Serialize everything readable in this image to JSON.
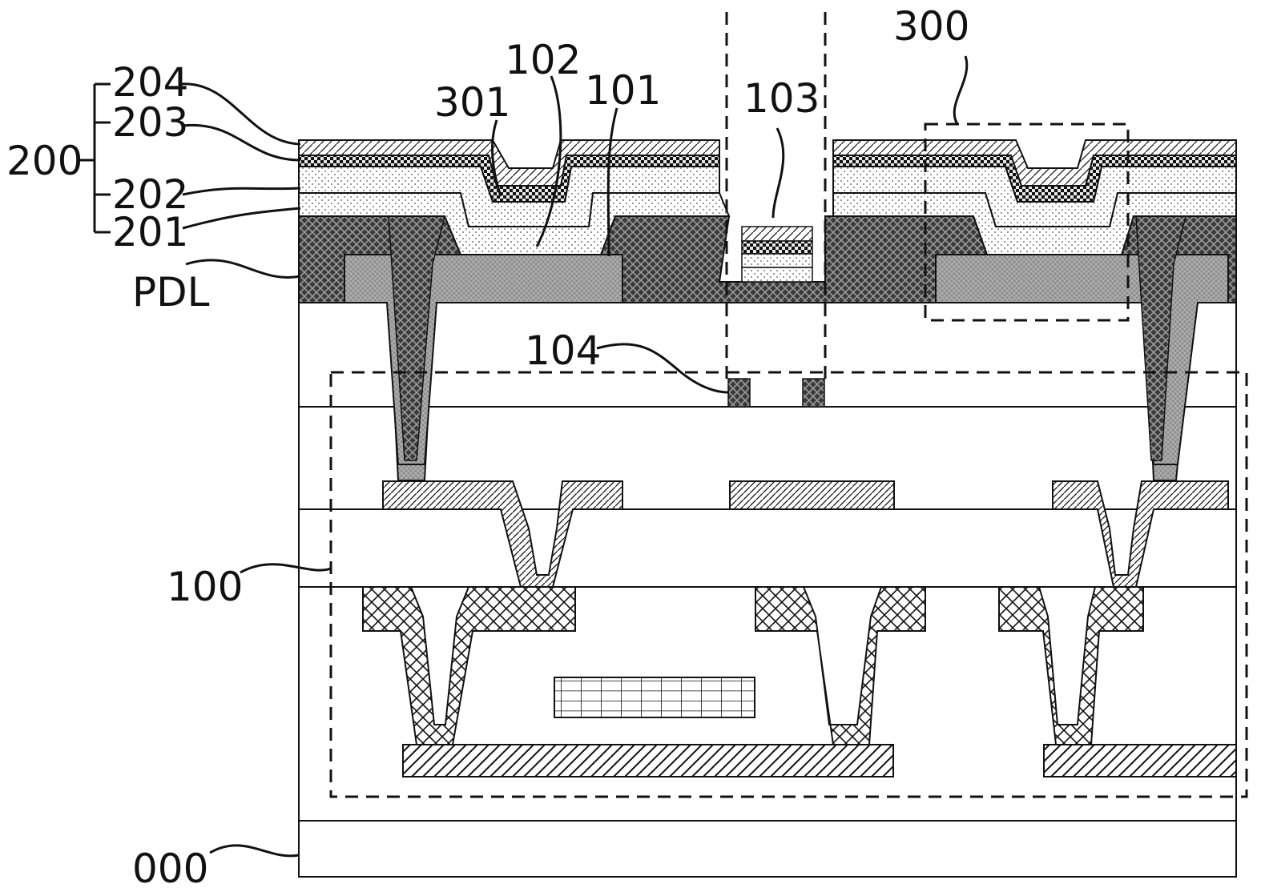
{
  "labels": {
    "l204": "204",
    "l203": "203",
    "l200": "200",
    "l202": "202",
    "l201": "201",
    "lPDL": "PDL",
    "l301": "301",
    "l102": "102",
    "l101": "101",
    "l103": "103",
    "l300": "300",
    "l104": "104",
    "l100": "100",
    "l000": "000"
  }
}
